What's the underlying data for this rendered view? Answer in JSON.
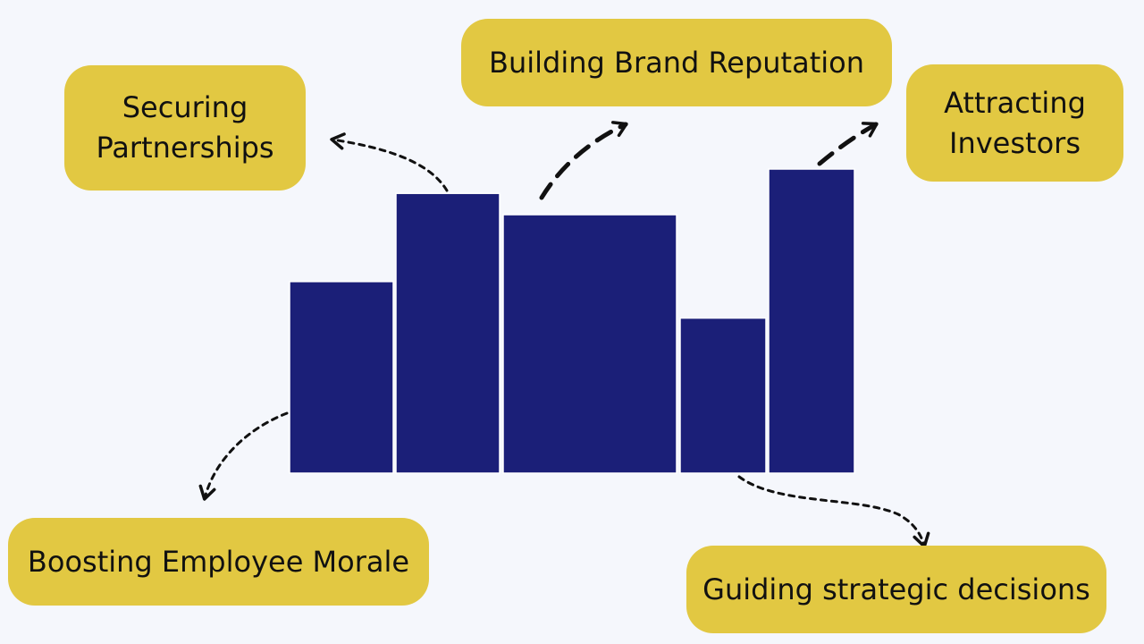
{
  "labels": {
    "securing_partnerships": "Securing\nPartnerships",
    "building_brand_reputation": "Building Brand Reputation",
    "attracting_investors": "Attracting\nInvestors",
    "boosting_employee_morale": "Boosting Employee Morale",
    "guiding_strategic_decisions": "Guiding strategic decisions"
  },
  "chart_data": {
    "type": "bar",
    "categories": [
      "",
      "",
      "",
      "",
      ""
    ],
    "values": [
      0.63,
      0.92,
      0.85,
      0.51,
      1.0
    ],
    "title": "",
    "xlabel": "",
    "ylabel": "",
    "grid": false
  },
  "colors": {
    "bar": "#1b1f78",
    "bar_border": "#ffffff",
    "pill": "#e2c842",
    "background": "#f5f7fc",
    "arrow": "#111111"
  }
}
